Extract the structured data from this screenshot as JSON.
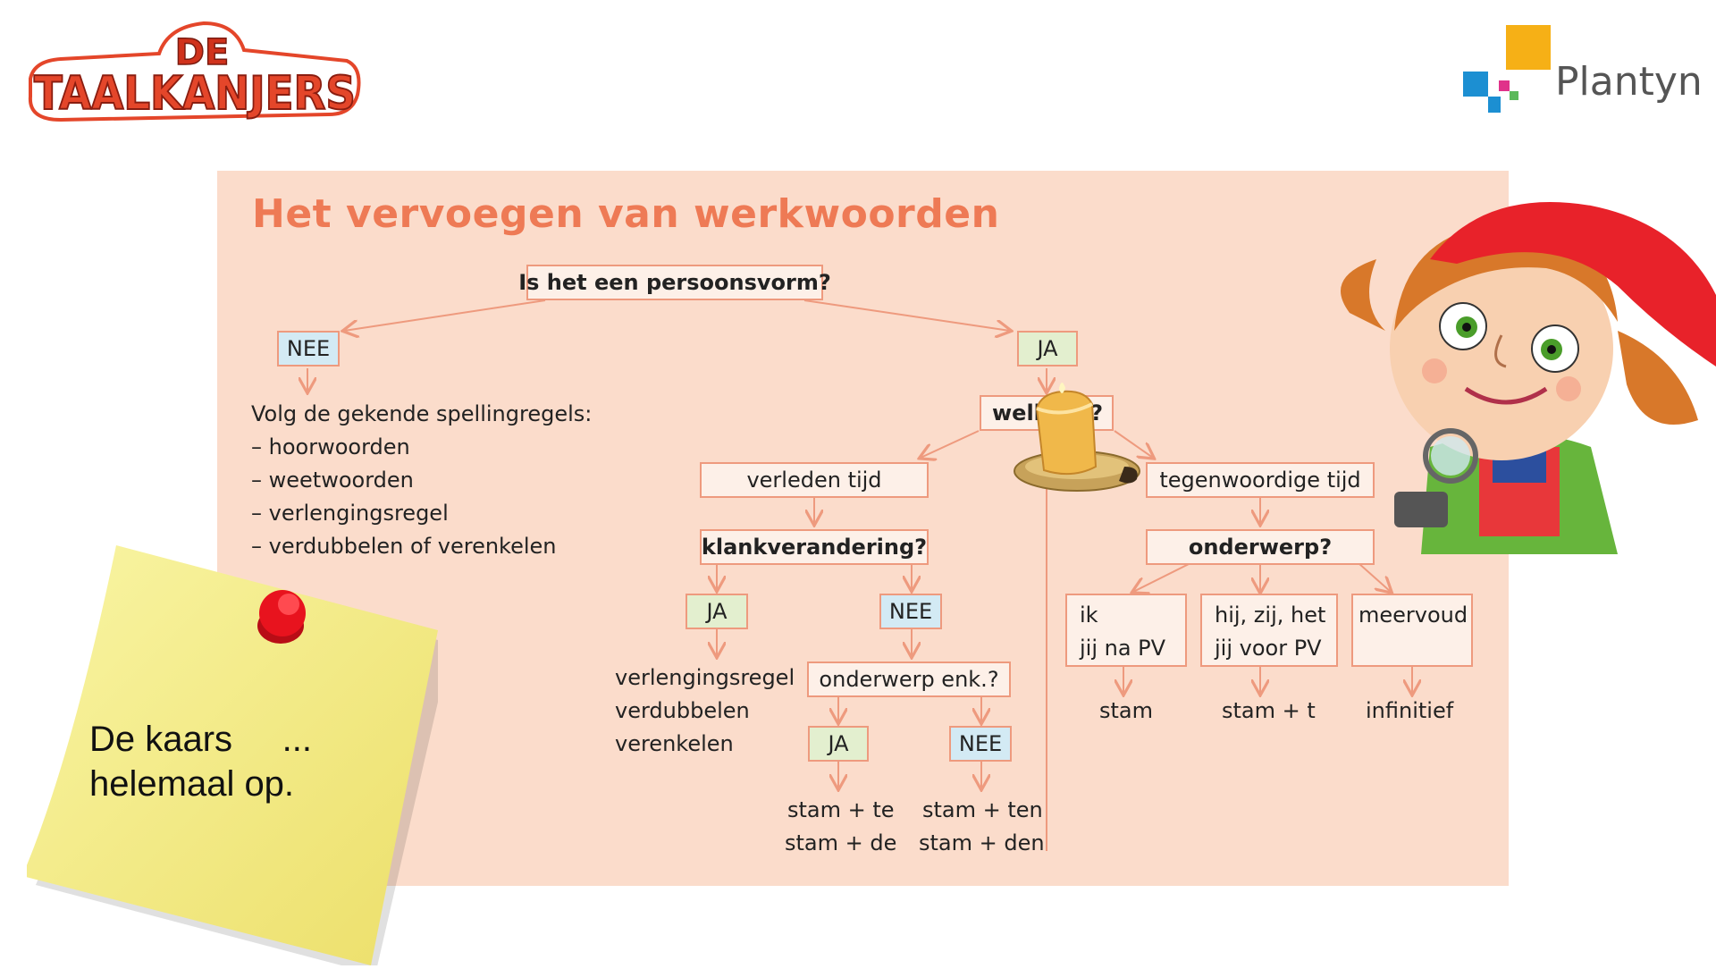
{
  "logos": {
    "left": {
      "line1": "DE",
      "line2": "TAALKANJERS"
    },
    "right": {
      "name": "Plantyn"
    }
  },
  "diagram": {
    "title": "Het vervoegen van werkwoorden",
    "root": "Is het een persoonsvorm?",
    "nee": "NEE",
    "ja": "JA",
    "nee_branch": {
      "intro": "Volg de gekende spellingregels:",
      "rules": [
        "–   hoorwoorden",
        "–   weetwoorden",
        "–   verlengingsregel",
        "–   verdubbelen of verenkelen"
      ]
    },
    "which_time_visible": "welk",
    "which_time_end": "?",
    "past": {
      "label": "verleden tijd",
      "question": "klankverandering?",
      "ja": "JA",
      "nee": "NEE",
      "ja_result": [
        "verlengingsregel",
        "verdubbelen",
        "verenkelen"
      ],
      "subject_question": "onderwerp enk.?",
      "sub_ja": "JA",
      "sub_nee": "NEE",
      "sub_ja_result": [
        "stam + te",
        "stam + de"
      ],
      "sub_nee_result": [
        "stam + ten",
        "stam + den"
      ]
    },
    "present": {
      "label": "tegenwoordige tijd",
      "question": "onderwerp?",
      "options": [
        {
          "lines": [
            "ik",
            "jij na PV"
          ],
          "result": "stam"
        },
        {
          "lines": [
            "hij, zij, het",
            "jij voor PV"
          ],
          "result": "stam + t"
        },
        {
          "lines": [
            "meervoud"
          ],
          "result": "infinitief"
        }
      ]
    }
  },
  "sticky_note": {
    "line1": "De kaars     ...",
    "line2": "helemaal op."
  },
  "colors": {
    "panel_bg": "#fbdccb",
    "title": "#ee7a55",
    "box_border": "#ee9a7e",
    "nee_tag": "#d3eaf4",
    "ja_tag": "#e3efcf",
    "sticky": "#f7f08c",
    "pin": "#e8131e"
  }
}
